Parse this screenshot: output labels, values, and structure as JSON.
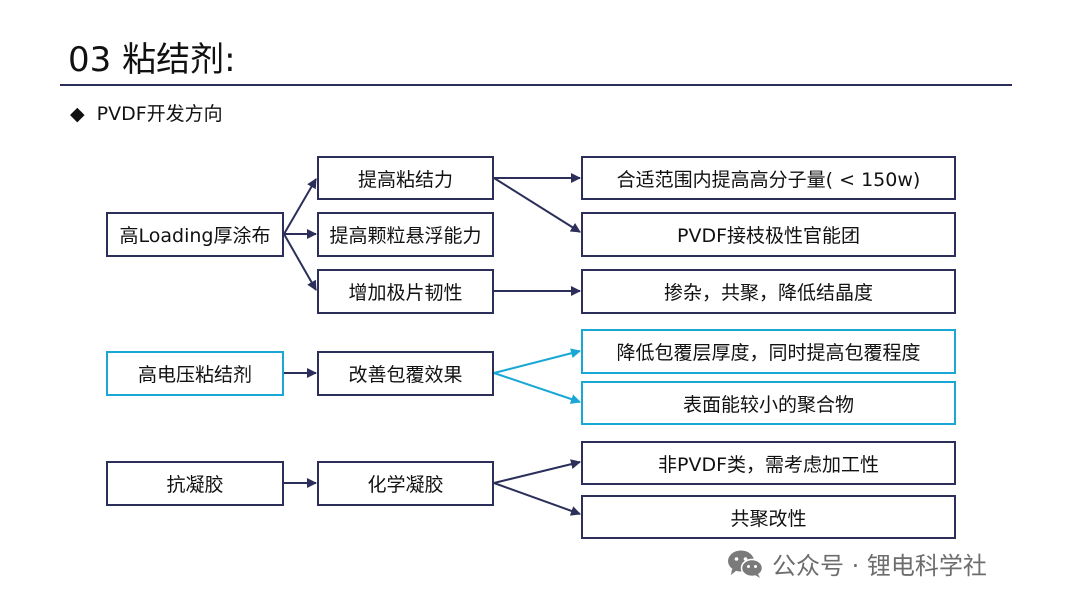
{
  "title": "03 粘结剂:",
  "subtitle": {
    "bullet": "◆",
    "text": "PVDF开发方向"
  },
  "colors": {
    "dark": "#2b2f5a",
    "cyan": "#19a8d6"
  },
  "groups": [
    {
      "root": "高Loading厚涂布",
      "mids": [
        "提高粘结力",
        "提高颗粒悬浮能力",
        "增加极片韧性"
      ],
      "leaves": [
        "合适范围内提高高分子量( < 150w)",
        "PVDF接枝极性官能团",
        "掺杂，共聚，降低结晶度"
      ]
    },
    {
      "root": "高电压粘结剂",
      "mids": [
        "改善包覆效果"
      ],
      "leaves": [
        "降低包覆层厚度，同时提高包覆程度",
        "表面能较小的聚合物"
      ]
    },
    {
      "root": "抗凝胶",
      "mids": [
        "化学凝胶"
      ],
      "leaves": [
        "非PVDF类，需考虑加工性",
        "共聚改性"
      ]
    }
  ],
  "watermark": {
    "icon": "wechat-icon",
    "text": "公众号 · 锂电科学社"
  }
}
